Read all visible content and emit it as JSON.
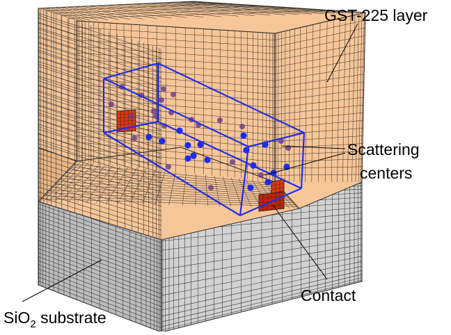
{
  "labels": {
    "gst_layer": "GST-225 layer",
    "scattering_line1": "Scattering",
    "scattering_line2": "centers",
    "contact": "Contact",
    "substrate_prefix": "SiO",
    "substrate_subscript": "2",
    "substrate_suffix": " substrate"
  },
  "colors": {
    "gst": "#f7c698",
    "gst_dark": "#eab584",
    "substrate": "#d2d2d2",
    "substrate_dark": "#bdbdbd",
    "mesh": "#2b2b2b",
    "box": "#1f2de6",
    "contact": "#e2350f",
    "contact_dark": "#c4210a",
    "center_blue": "#1b2cf0",
    "center_purple": "#6b3a8f"
  },
  "icons": {
    "scattering_center": "sphere",
    "contact": "cube"
  }
}
